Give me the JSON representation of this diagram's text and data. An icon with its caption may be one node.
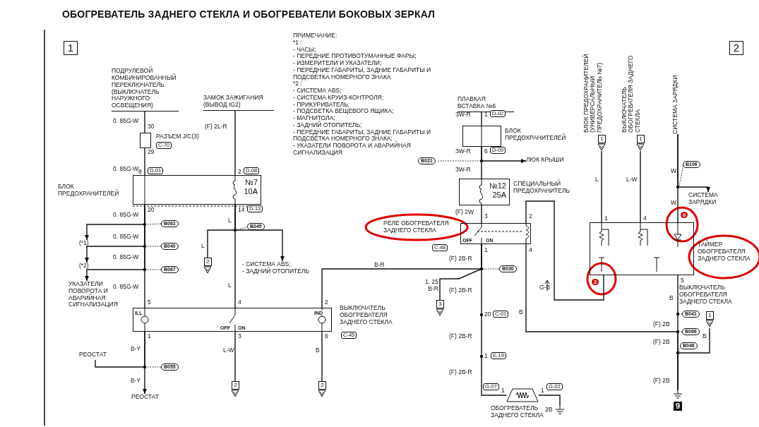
{
  "diagram": {
    "title": "ОБОГРЕВАТЕЛЬ ЗАДНЕГО СТЕКЛА И ОБОГРЕВАТЕЛИ БОКОВЫХ ЗЕРКАЛ",
    "nodes": [
      {
        "text": [
          "ПОДРУЛЕВОЙ КОМБИНИРОВАННЫЙ ПЕРЕКЛЮЧАТЕЛЬ (ВЫКЛЮЧАТЕЛЬ НАРУЖНОГО ОСВЕЩЕНИЯ)"
        ]
      },
      {
        "text": [
          "ЗАМОК ЗАЖИГАНИЯ (ВЫВОД IG2)"
        ]
      },
      {
        "text": [],
        "shape": "box",
        "beside": [
          "РАЗЪЕМ J/C(3)",
          "C-70"
        ]
      },
      {
        "text": [
          "№7 10A"
        ],
        "beside": [
          "БЛОК ПРЕДОХРАНИТЕЛЕЙ"
        ]
      },
      {
        "text": [],
        "shape": "box",
        "beside": [
          "ВЫКЛЮЧАТЕЛЬ ОБОГРЕВАТЕЛЯ ЗАДНЕГО СТЕКЛА",
          "C-45"
        ]
      },
      {
        "text": [
          "УКАЗАТЕЛИ ПОВОРОТА И АВАРИЙНАЯ СИГНАЛИЗАЦИЯ"
        ]
      },
      {
        "text": [
          "РЕОСТАТ"
        ]
      },
      {
        "text": [
          "РЕОСТАТ"
        ]
      },
      {
        "text": [
          "- СИСТЕМА ABS;",
          "- ЗАДНИЙ ОТОПИТЕЛЬ"
        ]
      },
      {
        "text": [
          "2"
        ]
      },
      {
        "text": [
          "2"
        ]
      },
      {
        "text": [
          "2"
        ]
      },
      {
        "text": [
          "ПЛАВКАЯ ВСТАВКА №6"
        ]
      },
      {
        "text": [],
        "shape": "box",
        "beside": [
          "БЛОК ПРЕДОХРАНИТЕЛЕЙ"
        ]
      },
      {
        "text": [
          "ЛЮК КРЫШИ"
        ]
      },
      {
        "text": [
          "№12 25A"
        ],
        "beside": [
          "СПЕЦИАЛЬНЫЙ ПРЕДОХРАНИТЕЛЬ"
        ]
      },
      {
        "text": [],
        "shape": "box",
        "beside": [
          "РЕЛЕ ОБОГРЕВАТЕЛЯ ЗАДНЕГО СТЕКЛА",
          "C-48"
        ]
      },
      {
        "text": [
          "3"
        ]
      },
      {
        "text": [],
        "shape": "trapezoid",
        "beside": [
          "ОБОГРЕВАТЕЛЬ ЗАДНЕГО СТЕКЛА"
        ]
      },
      {
        "text": [],
        "shape": "ground"
      },
      {
        "text": [],
        "shape": "box",
        "beside": [
          "ТАЙМЕР ОБОГРЕВАТЕЛЯ ЗАДНЕГО СТЕКЛА"
        ]
      },
      {
        "text": [
          "БЛОК ПРЕДОХРАНИТЕЛЕЙ (УНИВЕРСАЛЬНЫЙ ПРЕДОХРАНИТЕЛЬ №7)",
          "1"
        ]
      },
      {
        "text": [
          "ВЫКЛЮЧАТЕЛЬ ОБОГРЕВАТЕЛЯ ЗАДНЕГО СТЕКЛА",
          "1"
        ]
      },
      {
        "text": [
          "СИСТЕМА ЗАРЯДКИ"
        ]
      },
      {
        "text": [
          "СИСТЕМА ЗАРЯДКИ"
        ]
      },
      {
        "text": [
          "ВЫКЛЮЧАТЕЛЬ ОБОГРЕВАТЕЛЯ ЗАДНЕГО СТЕКЛА",
          "1"
        ]
      },
      {
        "text": [
          "9"
        ]
      },
      {
        "text": [
          "(*1)"
        ]
      },
      {
        "text": [
          "(*2)"
        ]
      }
    ],
    "edges": [
      {
        "from": 0,
        "to": 2,
        "arrow": "none"
      },
      {
        "from": 2,
        "to": 3,
        "arrow": "none"
      },
      {
        "from": 3,
        "to": 4,
        "arrow": "none"
      },
      {
        "from": 3,
        "to": 27,
        "arrow": "to"
      },
      {
        "from": 3,
        "to": 28,
        "arrow": "to"
      },
      {
        "from": 3,
        "to": 5,
        "arrow": "to"
      },
      {
        "from": 1,
        "to": 3,
        "arrow": "none"
      },
      {
        "from": 3,
        "to": 4,
        "arrow": "none"
      },
      {
        "from": 3,
        "to": 9,
        "arrow": "none"
      },
      {
        "from": 3,
        "to": 8,
        "arrow": "to"
      },
      {
        "from": 4,
        "to": 7,
        "arrow": "to"
      },
      {
        "from": 4,
        "to": 6,
        "arrow": "none"
      },
      {
        "from": 4,
        "to": 10,
        "arrow": "none"
      },
      {
        "from": 4,
        "to": 11,
        "arrow": "none"
      },
      {
        "from": 12,
        "to": 13,
        "arrow": "none"
      },
      {
        "from": 13,
        "to": 14,
        "arrow": "to"
      },
      {
        "from": 13,
        "to": 15,
        "arrow": "none"
      },
      {
        "from": 15,
        "to": 16,
        "arrow": "none"
      },
      {
        "from": 16,
        "to": 4,
        "arrow": "none"
      },
      {
        "from": 16,
        "to": 17,
        "arrow": "none"
      },
      {
        "from": 16,
        "to": 18,
        "arrow": "none"
      },
      {
        "from": 18,
        "to": 19,
        "arrow": "none"
      },
      {
        "from": 16,
        "to": 20,
        "arrow": "none"
      },
      {
        "from": 16,
        "to": 26,
        "arrow": "none"
      },
      {
        "from": 21,
        "to": 20,
        "arrow": "none"
      },
      {
        "from": 22,
        "to": 20,
        "arrow": "none"
      },
      {
        "from": 23,
        "to": 20,
        "arrow": "none"
      },
      {
        "from": 23,
        "to": 24,
        "arrow": "to"
      },
      {
        "from": 20,
        "to": 26,
        "arrow": "none"
      },
      {
        "from": 25,
        "to": 26,
        "arrow": "none"
      }
    ],
    "labels": [
      "1",
      "2",
      "ПРИМЕЧАНИЕ:",
      "*1 :",
      "- ЧАСЫ;",
      "- ПЕРЕДНИЕ ПРОТИВОТУМАННЫЕ ФАРЫ;",
      "- ИЗМЕРИТЕЛИ И УКАЗАТЕЛИ;",
      "- ПЕРЕДНИЕ ГАБАРИТЫ, ЗАДНИЕ ГАБАРИТЫ И ПОДСВЕТКА НОМЕРНОГО ЗНАКА",
      "*2 :",
      "- СИСТЕМА ABS;",
      "- СИСТЕМА КРУИЗ-КОНТРОЛЯ;",
      "- ПРИКУРИВАТЕЛЬ;",
      "- ПОДСВЕТКА ВЕЩЕВОГО ЯЩИКА;",
      "- МАГНИТОЛА;",
      "- ЗАДНИЙ ОТОПИТЕЛЬ;",
      "- ПЕРЕДНИЕ ГАБАРИТЫ, ЗАДНИЕ ГАБАРИТЫ И ПОДСВЕТКА НОМЕРНОГО ЗНАКА;",
      "- УКАЗАТЕЛИ ПОВОРОТА И АВАРИЙНАЯ СИГНАЛИЗАЦИЯ",
      "0. 85G-W",
      "30",
      "29",
      "0. 85G-W",
      "8",
      "D-01",
      "(F) 2L-R",
      "2",
      "D-08",
      "20",
      "0. 85G-W",
      "14",
      "D-13",
      "L",
      "B062",
      "B045",
      "0. 85G-W",
      "B040",
      "0. 85G-W",
      "B067",
      "L",
      "0. 85G-W",
      "L",
      "5",
      "4",
      "2",
      "ILL",
      "OFF",
      "ON",
      "IND",
      "1",
      "3",
      "6",
      "B-Y",
      "L-W",
      "B",
      "B055",
      "B-Y",
      "B-R",
      "3W-R",
      "1",
      "D-02",
      "3W-R",
      "6",
      "D-09",
      "B021",
      "3W-R",
      "(F) 2W",
      "3",
      "2",
      "OFF",
      "ON",
      "1",
      "4",
      "(F) 2B-R",
      "B030",
      "1. 25 B-R",
      "(F) 2B-R",
      "20",
      "C-01",
      "(F) 2B-R",
      "1",
      "E-19",
      "(F) 2B-R",
      "G-07",
      "1",
      "1",
      "G-02",
      "2B",
      "G-B",
      "B",
      "L",
      "L-W",
      "W",
      "B106",
      "W",
      "1",
      "4",
      "6",
      "2",
      "5",
      "B",
      "B041",
      "(F) 2B",
      "B066",
      "(F) 2B",
      "B046",
      "B",
      "(F) 2B"
    ]
  }
}
